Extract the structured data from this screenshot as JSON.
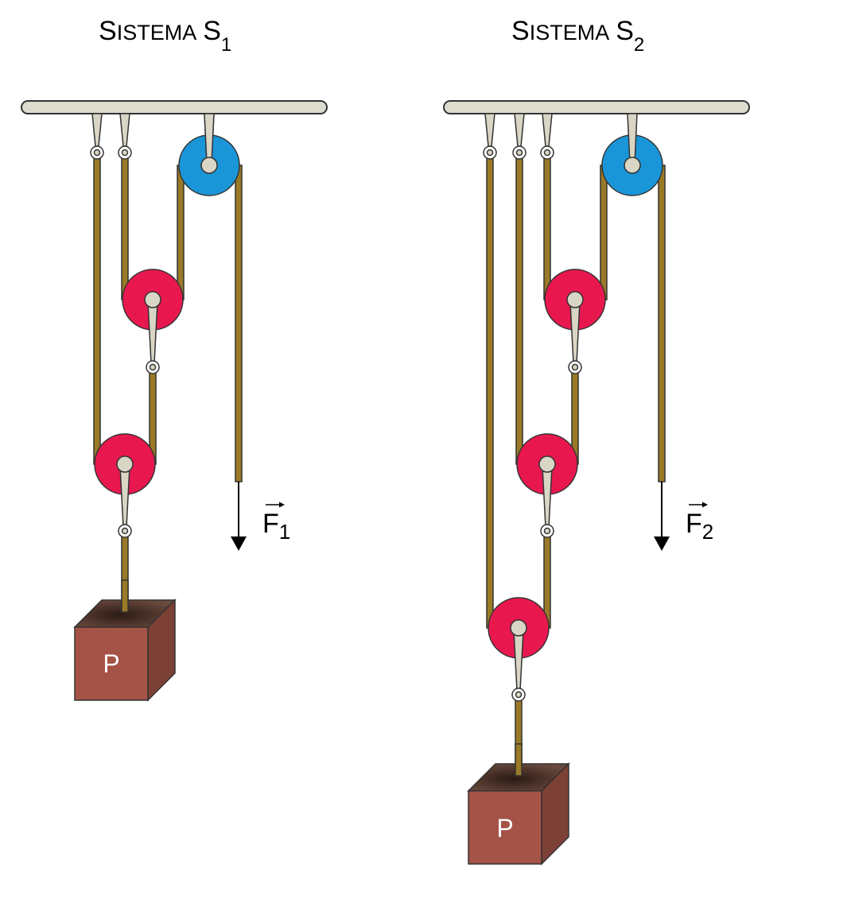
{
  "systems": [
    {
      "id": "s1",
      "title_first_letter": "S",
      "title_rest": "ISTEMA",
      "title_symbol": "S",
      "title_subscript": "1",
      "force_symbol": "F",
      "force_subscript": "1",
      "weight_label": "P"
    },
    {
      "id": "s2",
      "title_first_letter": "S",
      "title_rest": "ISTEMA",
      "title_symbol": "S",
      "title_subscript": "2",
      "force_symbol": "F",
      "force_subscript": "2",
      "weight_label": "P"
    }
  ],
  "colors": {
    "fixed_pulley": "#1a96d8",
    "movable_pulley": "#e8184f",
    "rope": "#9a7a26",
    "ceiling_bar": "#dcdccf",
    "axle": "#d9d6c6",
    "block_front": "#a45346",
    "block_side": "#7d4034",
    "block_top": "#5b3a31"
  }
}
